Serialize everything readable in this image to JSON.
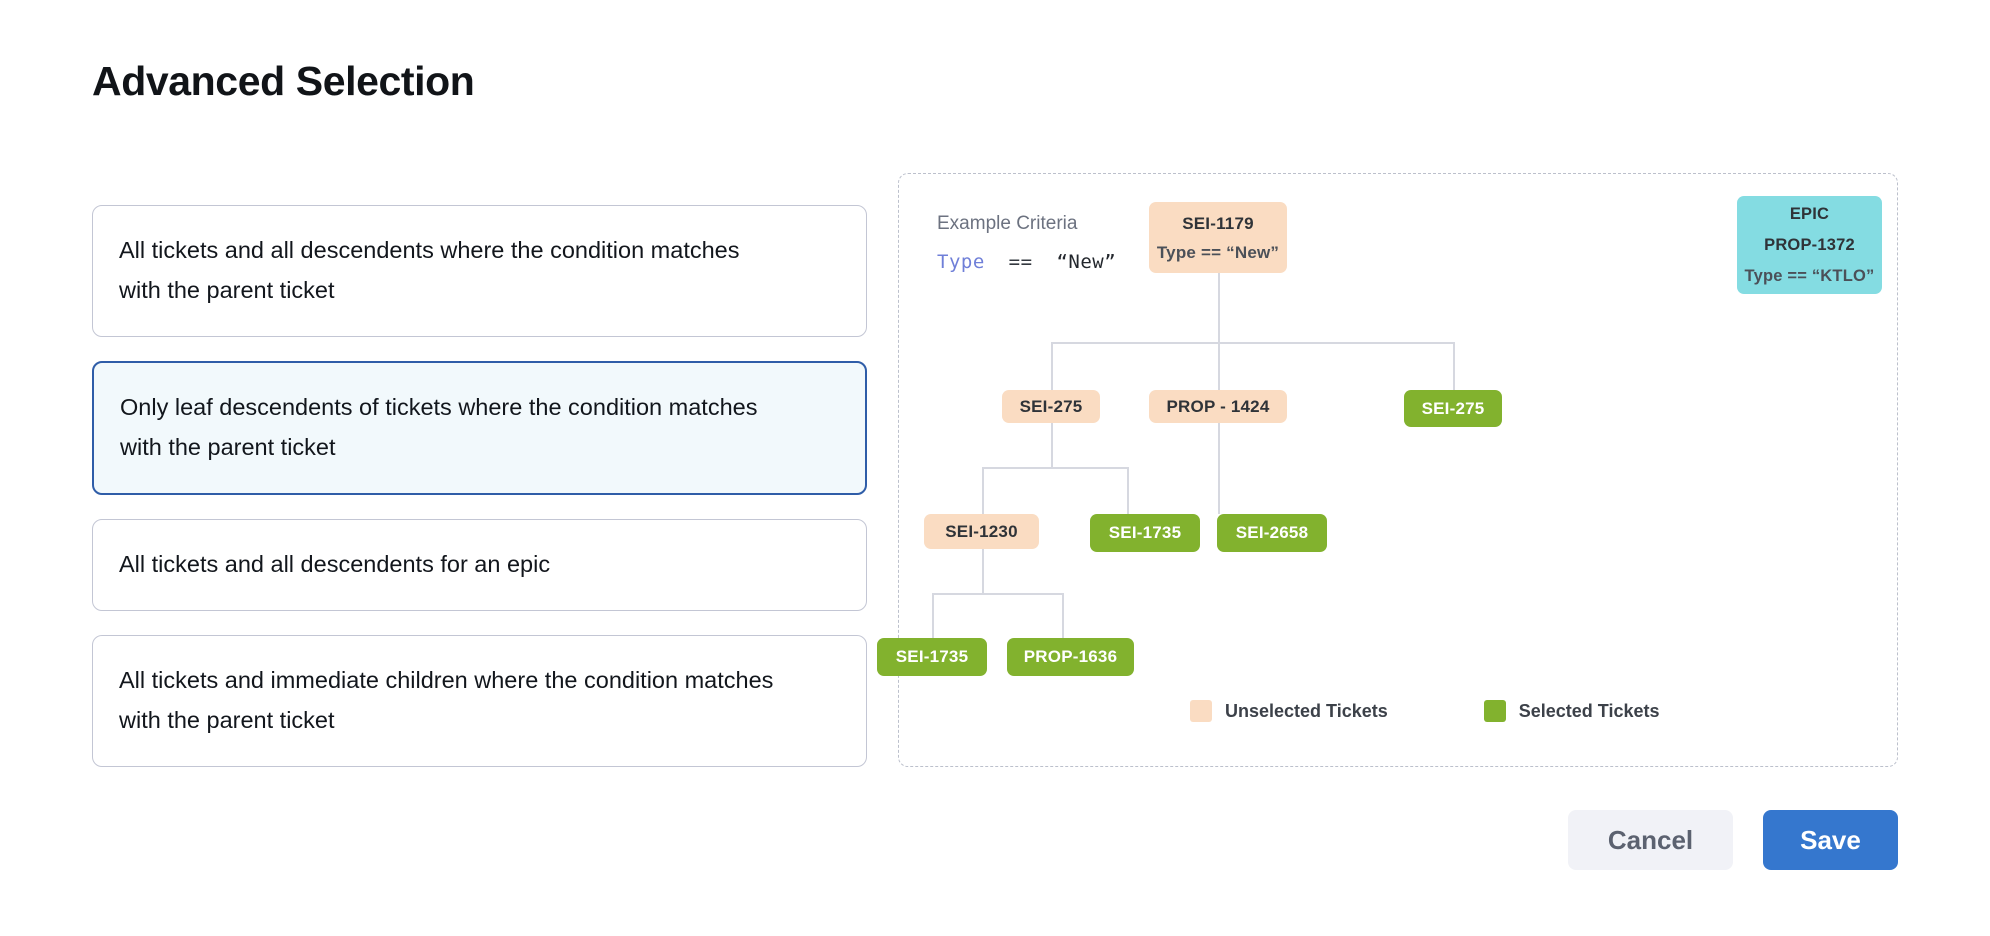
{
  "page": {
    "title": "Advanced Selection"
  },
  "options": [
    {
      "id": "all-descendents-condition",
      "label": "All tickets and all descendents where the condition matches with the parent ticket",
      "selected": false
    },
    {
      "id": "leaf-descendents-condition",
      "label": "Only leaf descendents of tickets where the condition matches with the parent ticket",
      "selected": true
    },
    {
      "id": "all-descendents-epic",
      "label": "All tickets and all descendents for an epic",
      "selected": false
    },
    {
      "id": "immediate-children-condition",
      "label": "All tickets and immediate children where the condition matches with the parent ticket",
      "selected": false
    }
  ],
  "diagram": {
    "criteria_label": "Example Criteria",
    "criteria": {
      "key": "Type",
      "operator": "==",
      "value": "“New”"
    },
    "nodes": [
      {
        "id": "root",
        "label": "SEI-1179",
        "sub": "Type == “New”",
        "state": "unselected"
      },
      {
        "id": "epic",
        "label": "PROP-1372",
        "sub": "Type == “KTLO”",
        "kicker": "EPIC",
        "state": "epic"
      },
      {
        "id": "r2c1",
        "label": "SEI-275",
        "state": "unselected"
      },
      {
        "id": "r2c2",
        "label": "PROP - 1424",
        "state": "unselected"
      },
      {
        "id": "r2c3",
        "label": "SEI-275",
        "state": "selected"
      },
      {
        "id": "r3c1",
        "label": "SEI-1230",
        "state": "unselected"
      },
      {
        "id": "r3c2",
        "label": "SEI-1735",
        "state": "selected"
      },
      {
        "id": "r3c3",
        "label": "SEI-2658",
        "state": "selected"
      },
      {
        "id": "r4c1",
        "label": "SEI-1735",
        "state": "selected"
      },
      {
        "id": "r4c2",
        "label": "PROP-1636",
        "state": "selected"
      }
    ],
    "legend": [
      {
        "id": "unselected",
        "label": "Unselected Tickets",
        "color": "#fadcc2"
      },
      {
        "id": "selected",
        "label": "Selected Tickets",
        "color": "#82b22e"
      }
    ]
  },
  "footer": {
    "cancel_label": "Cancel",
    "save_label": "Save"
  },
  "colors": {
    "unselected": "#fadcc2",
    "selected": "#82b22e",
    "epic": "#84dce2",
    "accent": "#3577ce",
    "selected_card_border": "#2f5da8",
    "selected_card_bg": "#f2f9fc"
  }
}
